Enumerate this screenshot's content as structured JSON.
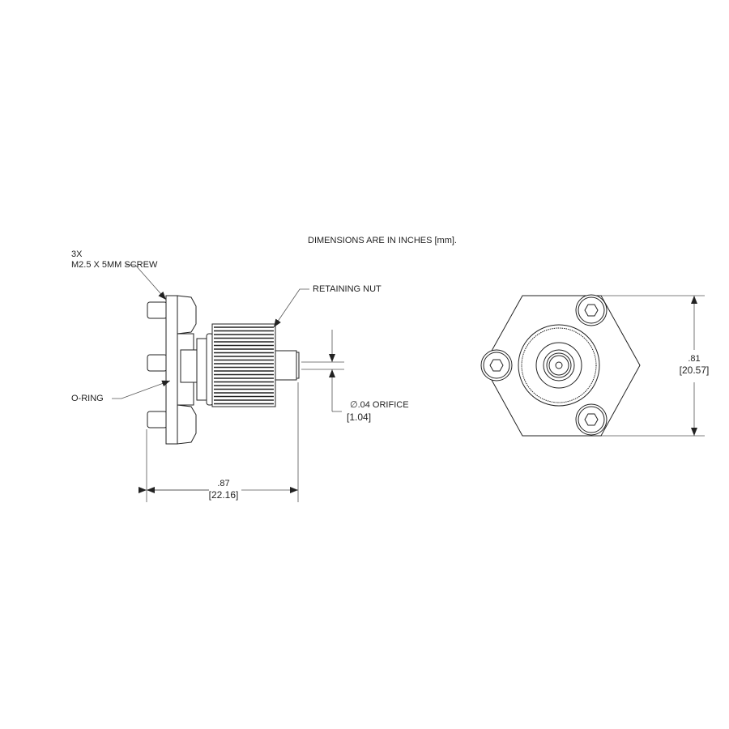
{
  "note": "DIMENSIONS ARE IN INCHES [mm].",
  "callouts": {
    "screw_qty": "3X",
    "screw": "M2.5 X 5MM SCREW",
    "retaining_nut": "RETAINING NUT",
    "o_ring": "O-RING",
    "orifice": "∅.04  ORIFICE",
    "orifice_mm": "1.04"
  },
  "dimensions": {
    "length_in": ".87",
    "length_mm": "22.16",
    "height_in": ".81",
    "height_mm": "20.57"
  },
  "colors": {
    "line": "#222222",
    "thin": "#555555"
  }
}
